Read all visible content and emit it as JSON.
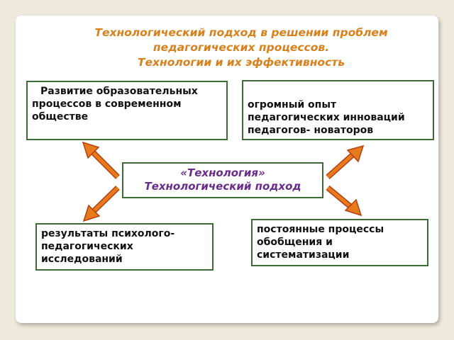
{
  "title": {
    "line1": "Технологический подход в решении проблем",
    "line2": "педагогических процессов.",
    "line3": "Технологии и их эффективность"
  },
  "boxes": {
    "top_left": {
      "line1": "Развитие образовательных",
      "line2": "процессов в современном",
      "line3": "обществе"
    },
    "top_right": {
      "line1": "огромный опыт",
      "line2": "педагогических инноваций",
      "line3": "педагогов- новаторов"
    },
    "center": {
      "line1": "«Технология»",
      "line2": "Технологический подход"
    },
    "bottom_left": {
      "line1": "результаты  психолого-",
      "line2": "педагогических",
      "line3": "исследований"
    },
    "bottom_right": {
      "line1": "постоянные процессы",
      "line2": "обобщения и",
      "line3": "систематизации"
    }
  },
  "colors": {
    "title": "#d8801c",
    "box_border": "#3e6b35",
    "center_text": "#6b2b8e",
    "arrow_fill": "#e87a1e",
    "arrow_stroke": "#b5400f"
  }
}
